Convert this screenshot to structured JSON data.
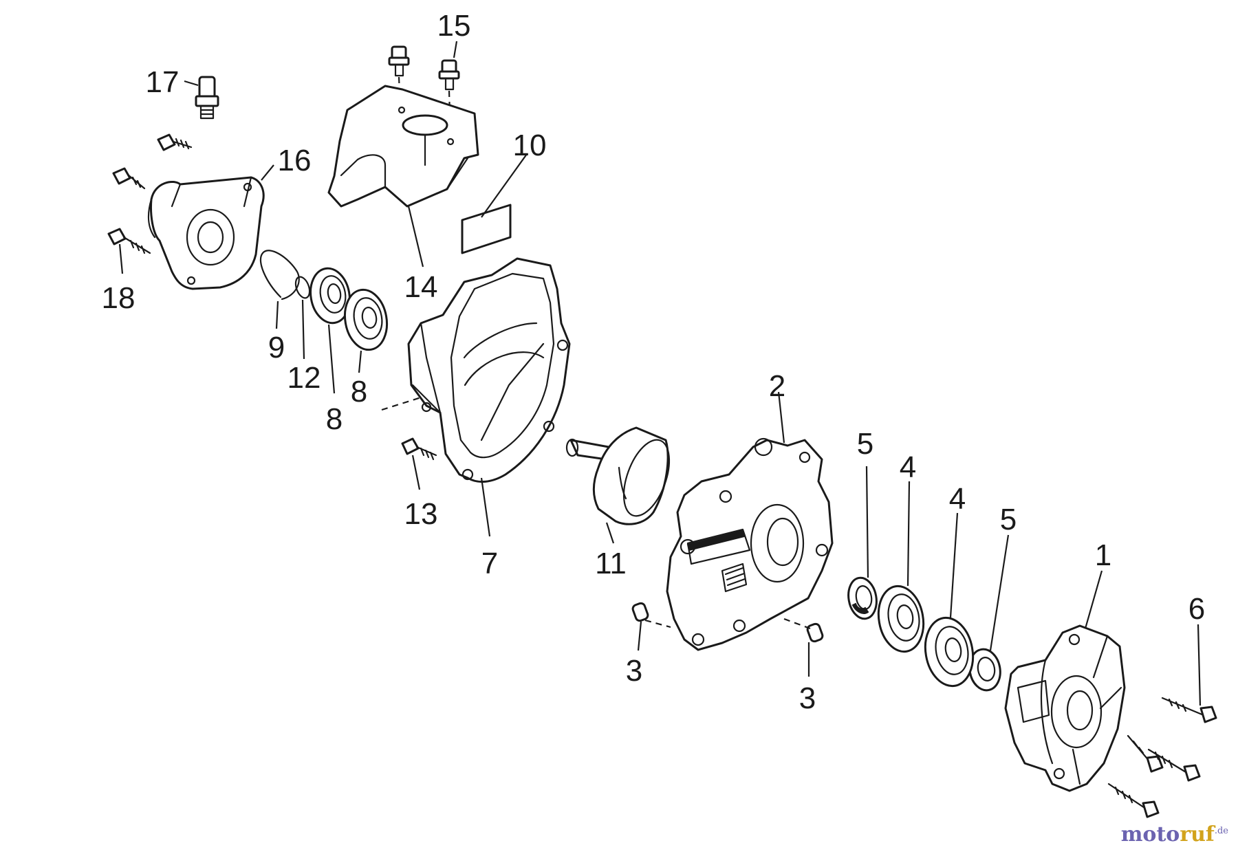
{
  "callouts": {
    "p1": "1",
    "p2": "2",
    "p3a": "3",
    "p3b": "3",
    "p4a": "4",
    "p4b": "4",
    "p5a": "5",
    "p5b": "5",
    "p6": "6",
    "p7": "7",
    "p8a": "8",
    "p8b": "8",
    "p9": "9",
    "p10": "10",
    "p11": "11",
    "p12": "12",
    "p13": "13",
    "p14": "14",
    "p15": "15",
    "p16": "16",
    "p17": "17",
    "p18": "18"
  },
  "watermark": {
    "part1": "moto",
    "part2": "ruf",
    "suffix": ".de"
  }
}
